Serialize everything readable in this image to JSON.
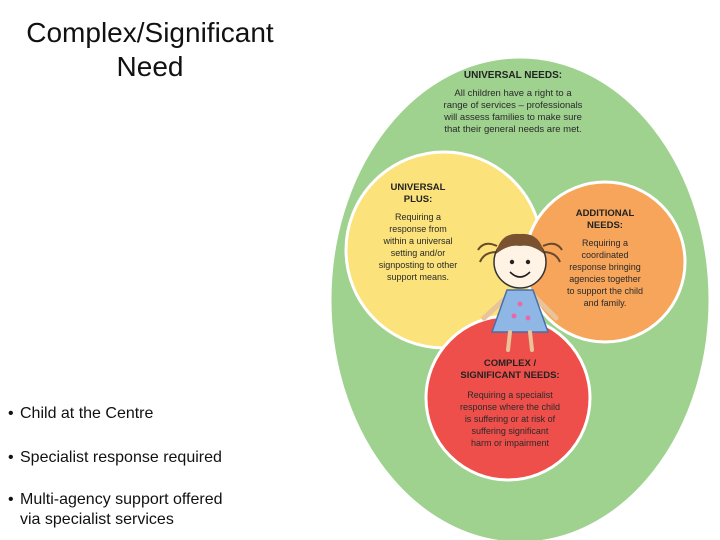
{
  "slide": {
    "title_line1": "Complex/Significant",
    "title_line2": "Need",
    "bullets": [
      [
        "Child at the Centre"
      ],
      [
        "Specialist response required"
      ],
      [
        "Multi-agency support offered",
        "via specialist services"
      ]
    ]
  },
  "diagram": {
    "universal": {
      "heading": "UNIVERSAL NEEDS:",
      "body": [
        "All children have a right to a",
        "range of services – professionals",
        "will assess families to make sure",
        "that their general needs are met."
      ]
    },
    "universal_plus": {
      "heading": [
        "UNIVERSAL",
        "PLUS:"
      ],
      "body": [
        "Requiring a",
        "response from",
        "within a universal",
        "setting and/or",
        "signposting to other",
        "support means."
      ]
    },
    "additional": {
      "heading": [
        "ADDITIONAL",
        "NEEDS:"
      ],
      "body": [
        "Requiring a",
        "coordinated",
        "response bringing",
        "agencies together",
        "to support the child",
        "and family."
      ]
    },
    "complex": {
      "heading": [
        "COMPLEX /",
        "SIGNIFICANT NEEDS:"
      ],
      "body": [
        "Requiring a specialist",
        "response where the child",
        "is suffering or at risk of",
        "suffering significant",
        "harm or impairment"
      ]
    },
    "colors": {
      "universal": "#9fd18f",
      "universal_plus": "#fbe27a",
      "additional": "#f6a55a",
      "complex": "#ee4f4a",
      "border": "#ffffff"
    }
  }
}
